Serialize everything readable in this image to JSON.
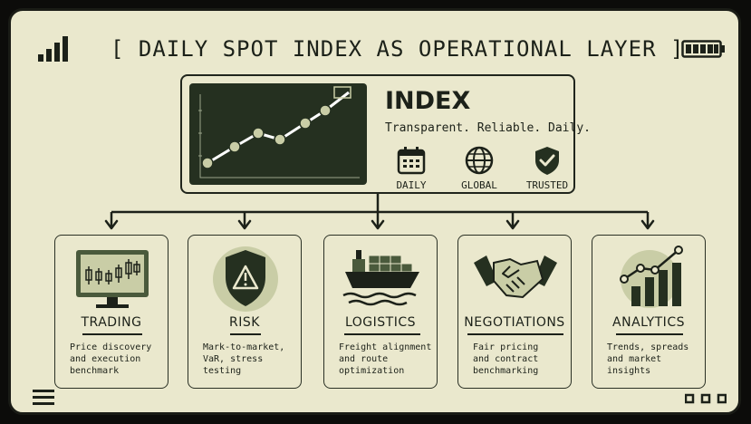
{
  "title": "[ DAILY SPOT INDEX AS OPERATIONAL LAYER ]",
  "index": {
    "heading": "INDEX",
    "tagline": "Transparent. Reliable. Daily.",
    "badges": [
      {
        "label": "DAILY",
        "icon": "calendar-icon"
      },
      {
        "label": "GLOBAL",
        "icon": "globe-icon"
      },
      {
        "label": "TRUSTED",
        "icon": "shield-check-icon"
      }
    ],
    "trend_icon": "rising-line-chart-icon"
  },
  "cards": [
    {
      "title": "TRADING",
      "description": "Price discovery\nand execution\nbenchmark",
      "icon": "candlestick-monitor-icon"
    },
    {
      "title": "RISK",
      "description": "Mark-to-market,\nVaR, stress\ntesting",
      "icon": "warning-shield-icon"
    },
    {
      "title": "LOGISTICS",
      "description": "Freight alignment\nand route\noptimization",
      "icon": "cargo-ship-icon"
    },
    {
      "title": "NEGOTIATIONS",
      "description": "Fair pricing\nand contract\nbenchmarking",
      "icon": "handshake-icon"
    },
    {
      "title": "ANALYTICS",
      "description": "Trends, spreads\nand market\ninsights",
      "icon": "bar-trend-icon"
    }
  ],
  "colors": {
    "background": "#eae8cd",
    "ink": "#1c2119",
    "accent_dark": "#253020",
    "accent_mid": "#4a5a3c",
    "accent_light": "#c9cda6"
  }
}
